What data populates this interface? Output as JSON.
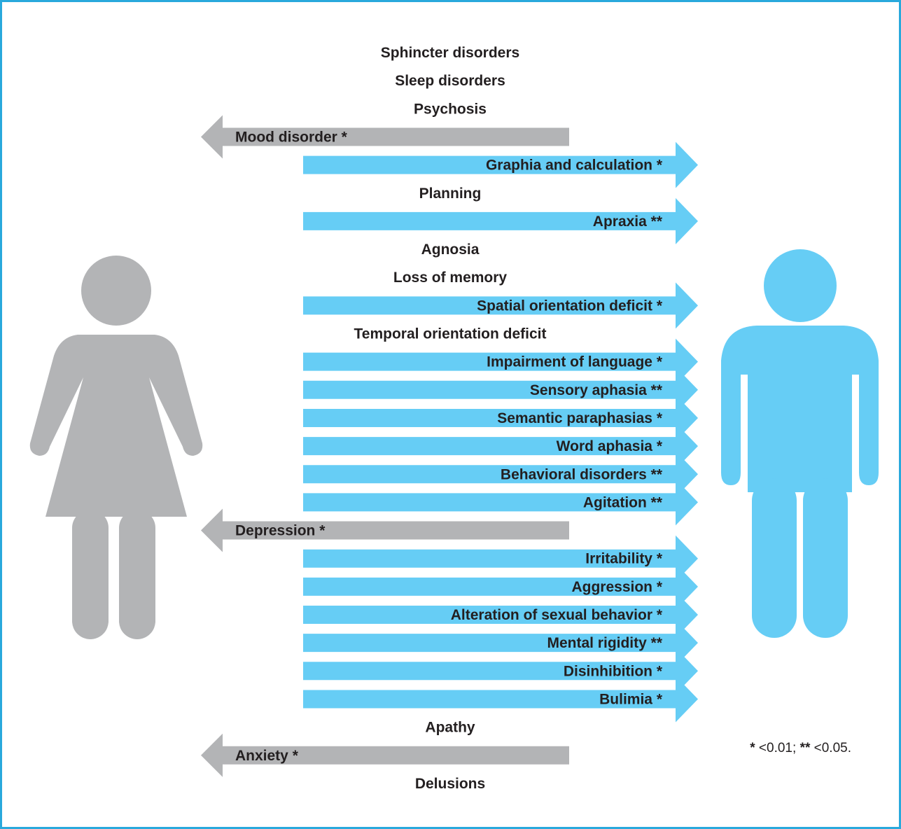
{
  "colors": {
    "frame": "#29a9dc",
    "male_accent": "#66cdf5",
    "female_accent": "#b3b4b6",
    "text": "#231f20"
  },
  "figures": {
    "female": {
      "icon": "woman-icon",
      "color": "#b3b4b6"
    },
    "male": {
      "icon": "man-icon",
      "color": "#66cdf5"
    }
  },
  "items": [
    {
      "label": "Sphincter disorders",
      "direction": "none"
    },
    {
      "label": "Sleep disorders",
      "direction": "none"
    },
    {
      "label": "Psychosis",
      "direction": "none"
    },
    {
      "label": "Mood disorder *",
      "direction": "female"
    },
    {
      "label": "Graphia and calculation *",
      "direction": "male"
    },
    {
      "label": "Planning",
      "direction": "none"
    },
    {
      "label": "Apraxia **",
      "direction": "male"
    },
    {
      "label": "Agnosia",
      "direction": "none"
    },
    {
      "label": "Loss of memory",
      "direction": "none"
    },
    {
      "label": "Spatial orientation deficit *",
      "direction": "male"
    },
    {
      "label": "Temporal orientation deficit",
      "direction": "none"
    },
    {
      "label": "Impairment of language *",
      "direction": "male"
    },
    {
      "label": "Sensory aphasia **",
      "direction": "male"
    },
    {
      "label": "Semantic paraphasias *",
      "direction": "male"
    },
    {
      "label": "Word aphasia *",
      "direction": "male"
    },
    {
      "label": "Behavioral disorders **",
      "direction": "male"
    },
    {
      "label": "Agitation **",
      "direction": "male"
    },
    {
      "label": "Depression *",
      "direction": "female"
    },
    {
      "label": "Irritability *",
      "direction": "male"
    },
    {
      "label": "Aggression *",
      "direction": "male"
    },
    {
      "label": "Alteration of sexual behavior *",
      "direction": "male"
    },
    {
      "label": "Mental rigidity **",
      "direction": "male"
    },
    {
      "label": "Disinhibition *",
      "direction": "male"
    },
    {
      "label": "Bulimia *",
      "direction": "male"
    },
    {
      "label": "Apathy",
      "direction": "none"
    },
    {
      "label": "Anxiety *",
      "direction": "female"
    },
    {
      "label": "Delusions",
      "direction": "none"
    }
  ],
  "footnote": {
    "mark1": "*",
    "text1": " <0.01; ",
    "mark2": "**",
    "text2": " <0.05."
  }
}
